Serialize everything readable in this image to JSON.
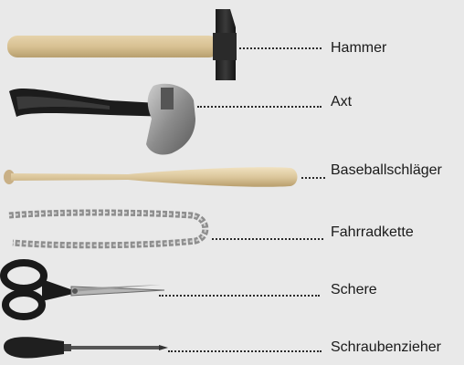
{
  "tools": [
    {
      "id": "hammer",
      "label": "Hammer",
      "icon": "hammer-icon"
    },
    {
      "id": "axe",
      "label": "Axt",
      "icon": "axe-icon"
    },
    {
      "id": "bat",
      "label": "Baseballschläger",
      "icon": "baseball-bat-icon"
    },
    {
      "id": "chain",
      "label": "Fahrradkette",
      "icon": "bicycle-chain-icon"
    },
    {
      "id": "scissors",
      "label": "Schere",
      "icon": "scissors-icon"
    },
    {
      "id": "screwdriver",
      "label": "Schraubenzieher",
      "icon": "screwdriver-icon"
    }
  ],
  "colors": {
    "background": "#e9e9e9",
    "wood": "#d9c49a",
    "metal_dark": "#2b2b2b",
    "metal_light": "#a8a8a8",
    "rubber": "#1f1f1f",
    "chain": "#9a9a9a"
  }
}
